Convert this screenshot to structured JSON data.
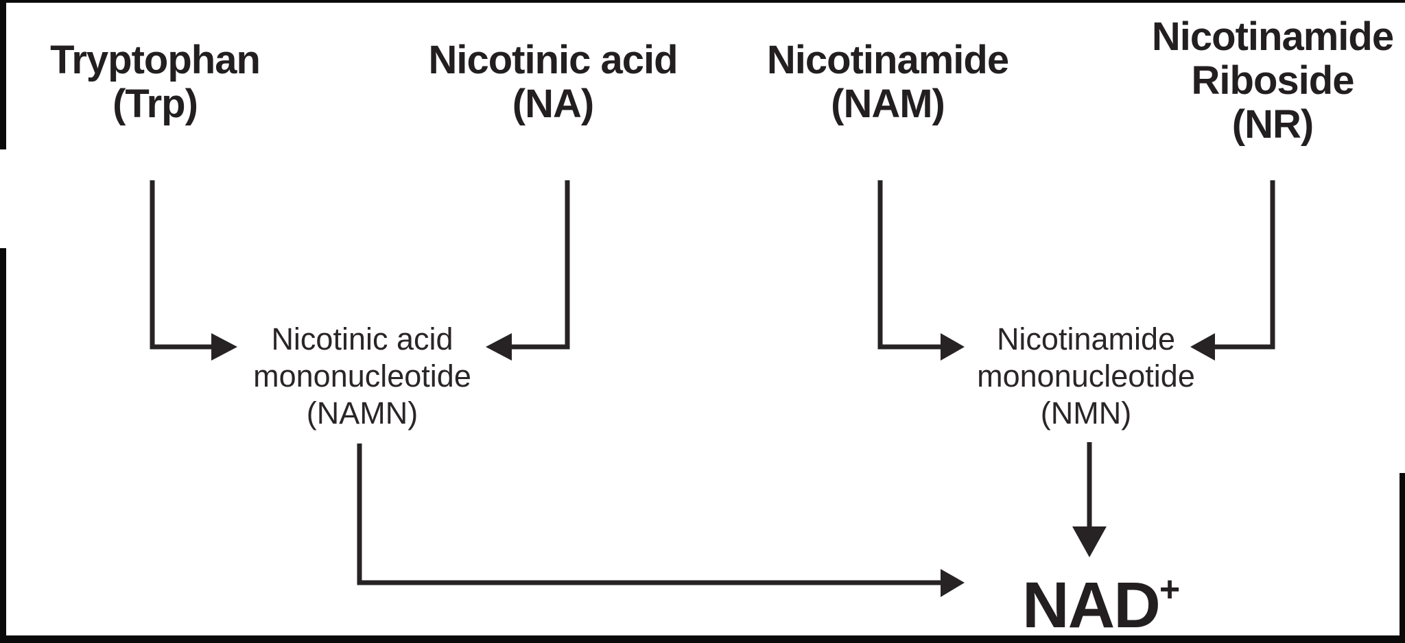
{
  "figure": {
    "description": "Pathway diagram of NAD+ biosynthesis precursors",
    "background_color": "#ffffff",
    "ink_color": "#231f20",
    "frame_color": "#0a0a0a"
  },
  "nodes": {
    "trp": {
      "lines": [
        "Tryptophan",
        "(Trp)"
      ]
    },
    "na": {
      "lines": [
        "Nicotinic acid",
        "(NA)"
      ]
    },
    "nam": {
      "lines": [
        "Nicotinamide",
        "(NAM)"
      ]
    },
    "nr": {
      "lines": [
        "Nicotinamide",
        "Riboside",
        "(NR)"
      ]
    },
    "namn": {
      "lines": [
        "Nicotinic acid",
        "mononucleotide",
        "(NAMN)"
      ]
    },
    "nmn": {
      "lines": [
        "Nicotinamide",
        "mononucleotide",
        "(NMN)"
      ]
    },
    "nad": {
      "text": "NAD",
      "superscript": "+"
    }
  },
  "edges": [
    {
      "from": "Tryptophan (Trp)",
      "to": "Nicotinic acid mononucleotide (NAMN)"
    },
    {
      "from": "Nicotinic acid (NA)",
      "to": "Nicotinic acid mononucleotide (NAMN)"
    },
    {
      "from": "Nicotinamide (NAM)",
      "to": "Nicotinamide mononucleotide (NMN)"
    },
    {
      "from": "Nicotinamide Riboside (NR)",
      "to": "Nicotinamide mononucleotide (NMN)"
    },
    {
      "from": "Nicotinic acid mononucleotide (NAMN)",
      "to": "NAD+"
    },
    {
      "from": "Nicotinamide mononucleotide (NMN)",
      "to": "NAD+"
    }
  ]
}
